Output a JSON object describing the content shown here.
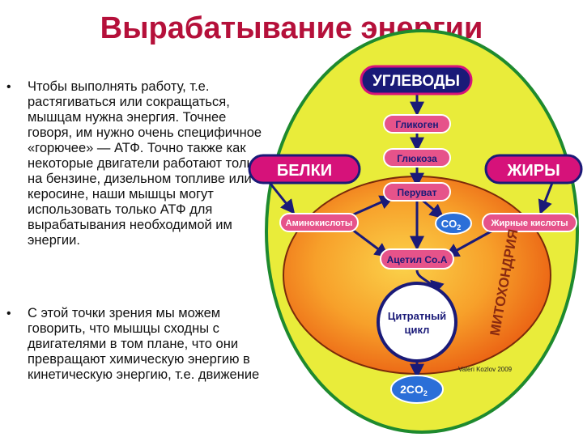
{
  "title": "Вырабатывание энергии",
  "bullets": [
    "Чтобы выполнять работу, т.е. растягиваться или сокращаться, мышцам нужна энергия. Точнее говоря, им нужно очень специфичное «горючее» — АТФ. Точно также как некоторые двигатели работают только на бензине, дизельном топливе или керосине, наши мышцы могут использовать только АТФ для вырабатывания необходимой им энергии.",
    "С этой точки зрения мы можем говорить, что мышцы сходны с двигателями в том плане, что они превращают химическую энергию в кинетическую энергию, т.е. движение"
  ],
  "diagram": {
    "carbs": "УГЛЕВОДЫ",
    "glycogen": "Гликоген",
    "glucose": "Глюкоза",
    "proteins": "БЕЛКИ",
    "fats": "ЖИРЫ",
    "pyruvate": "Перуват",
    "amino_acids": "Аминокислоты",
    "fatty_acids": "Жирные кислоты",
    "co2": "CO",
    "co2_sub": "2",
    "acetyl_coa": "Ацетил Co.A",
    "mitochondria": "МИТОХОНДРИЯ",
    "citrate_cycle_line1": "Цитратный",
    "citrate_cycle_line2": "цикл",
    "two_co2": "2CO",
    "two_co2_sub": "2"
  },
  "credit": "Valeri Kozlov 2009",
  "colors": {
    "title": "#b5103a",
    "cell_fill": "#e9ec3a",
    "cell_border": "#1e8a2e",
    "mito_fill": "#f07a1a",
    "pink_label": "#e6538a",
    "navy": "#1a1a78",
    "magenta_pill": "#d6127a",
    "blue_ellipse": "#2b6fd8"
  }
}
